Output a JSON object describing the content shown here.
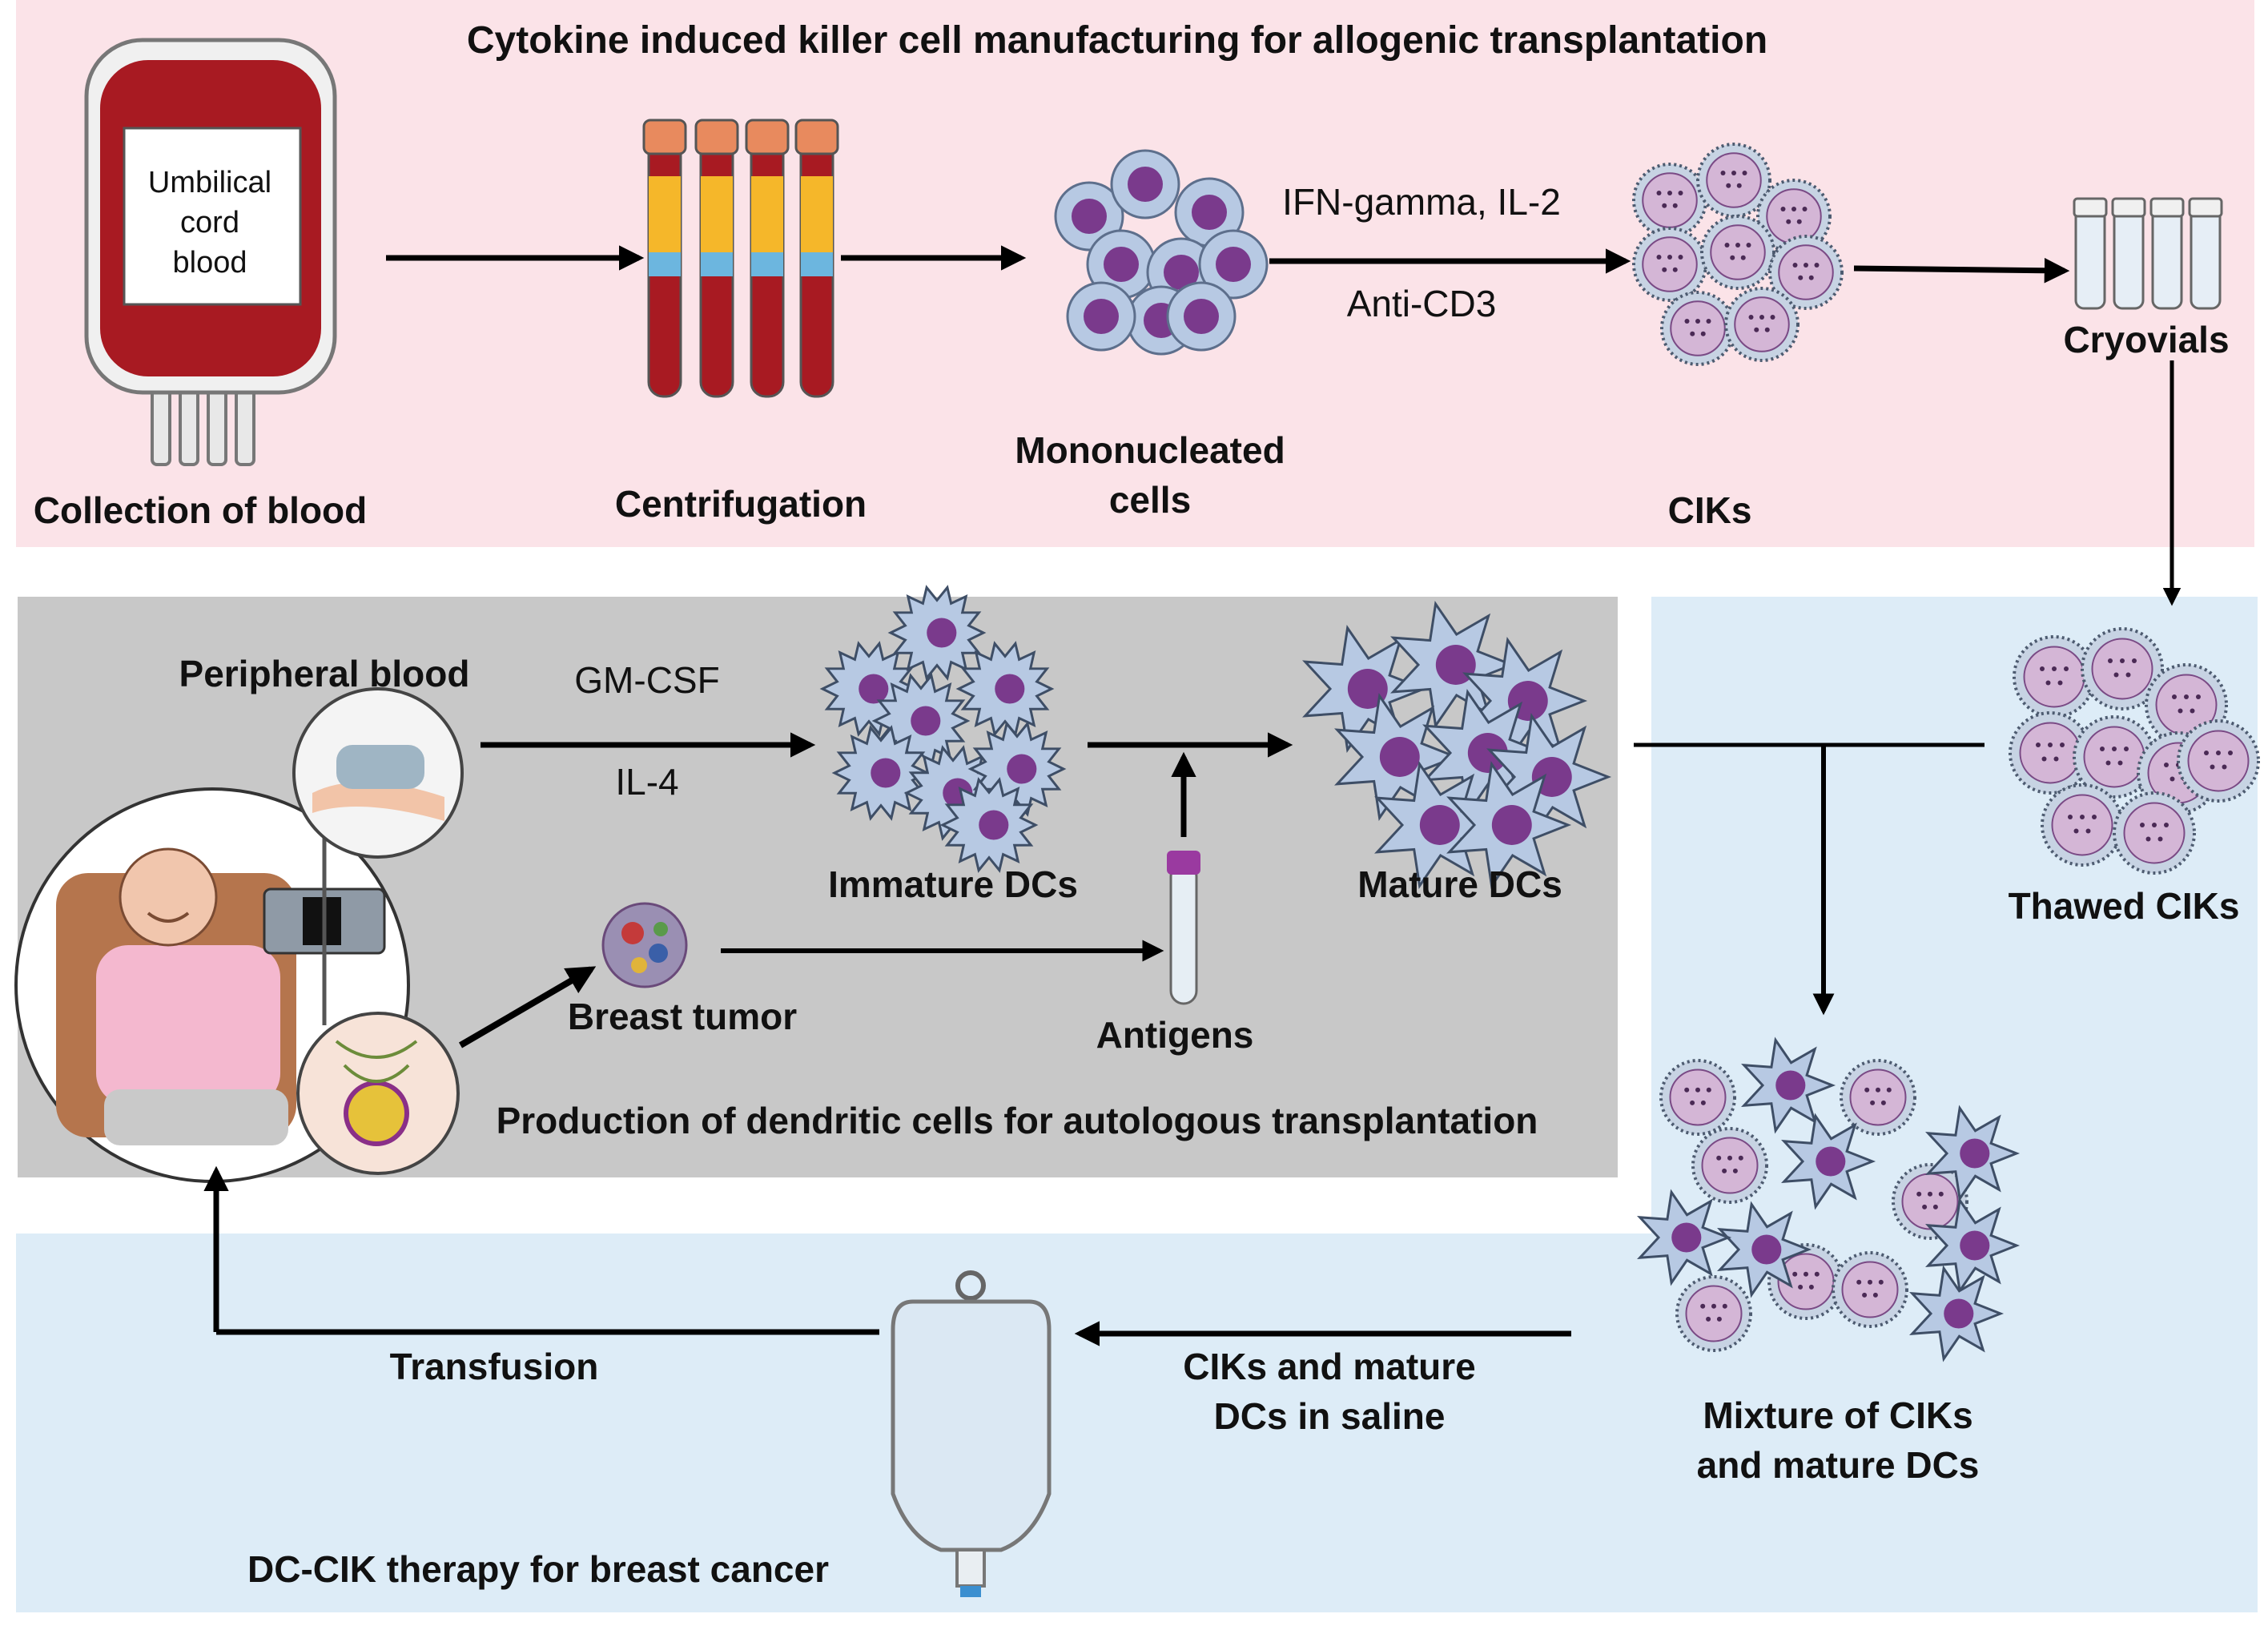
{
  "colors": {
    "top_panel": "#fbe3e8",
    "gray_panel": "#c8c8c8",
    "blue_panel": "#ddecf7",
    "blood": "#a81a22",
    "plasma": "#f5b72a",
    "buffy": "#6cb6df",
    "cell_fill": "#b7c9e3",
    "cell_nucleus": "#7a3a8c",
    "cik_fill": "#d4b6d6",
    "arrow": "#000000"
  },
  "top_section": {
    "title": "Cytokine induced killer cell manufacturing for allogenic transplantation",
    "bag_label_lines": [
      "Umbilical",
      "cord",
      "blood"
    ],
    "collection_label": "Collection of blood",
    "centrifugation_label": "Centrifugation",
    "mononucleated_label_lines": [
      "Mononucleated",
      "cells"
    ],
    "reagent_top": "IFN-gamma, IL-2",
    "reagent_bottom": "Anti-CD3",
    "ciks_label": "CIKs",
    "cryovials_label": "Cryovials"
  },
  "middle_section": {
    "peripheral_blood_label": "Peripheral blood",
    "gmcsf_label": "GM-CSF",
    "il4_label": "IL-4",
    "immature_dcs_label": "Immature DCs",
    "mature_dcs_label": "Mature DCs",
    "breast_tumor_label": "Breast tumor",
    "antigens_label": "Antigens",
    "section_label": "Production of dendritic cells for autologous transplantation"
  },
  "right_section": {
    "thawed_ciks_label": "Thawed CIKs",
    "mixture_label_lines": [
      "Mixture of CIKs",
      "and mature DCs"
    ]
  },
  "bottom_section": {
    "transfusion_label": "Transfusion",
    "saline_label_lines": [
      "CIKs and mature",
      "DCs in saline"
    ],
    "section_label": "DC-CIK therapy for breast cancer"
  }
}
